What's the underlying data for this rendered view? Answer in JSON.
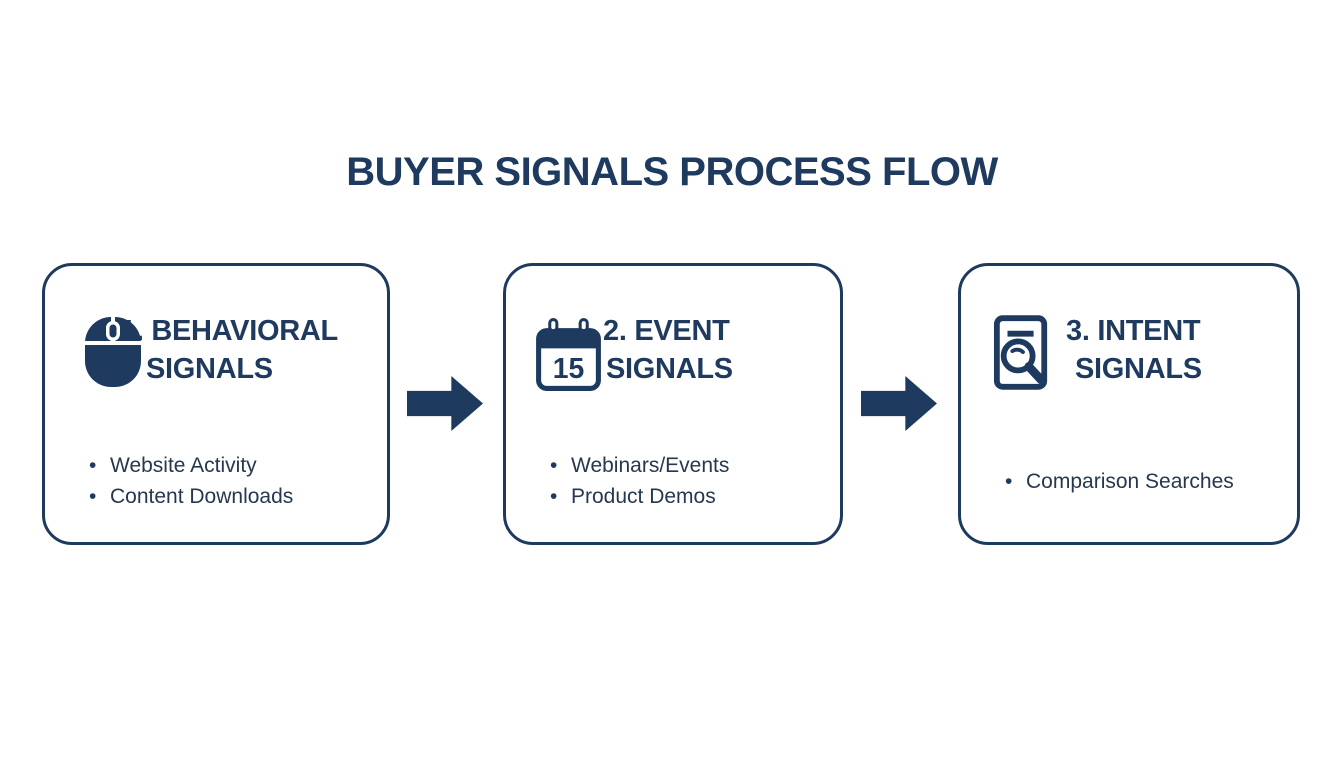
{
  "page": {
    "background": "#ffffff",
    "accent": "#1e3a5f",
    "bullet_text_color": "#263850"
  },
  "title": "BUYER SIGNALS PROCESS FLOW",
  "flow": {
    "steps": [
      {
        "icon": "mouse-icon",
        "title_line1": "1. BEHAVIORAL",
        "title_line2": "SIGNALS",
        "bullets": [
          "Website Activity",
          "Content Downloads"
        ]
      },
      {
        "icon": "calendar-icon",
        "calendar_day": "15",
        "title_line1": "2. EVENT",
        "title_line2": "SIGNALS",
        "bullets": [
          "Webinars/Events",
          "Product Demos"
        ]
      },
      {
        "icon": "document-search-icon",
        "title_line1": "3. INTENT",
        "title_line2": "SIGNALS",
        "bullets": [
          "Comparison Searches"
        ]
      }
    ],
    "connector": "right-arrow-icon"
  }
}
